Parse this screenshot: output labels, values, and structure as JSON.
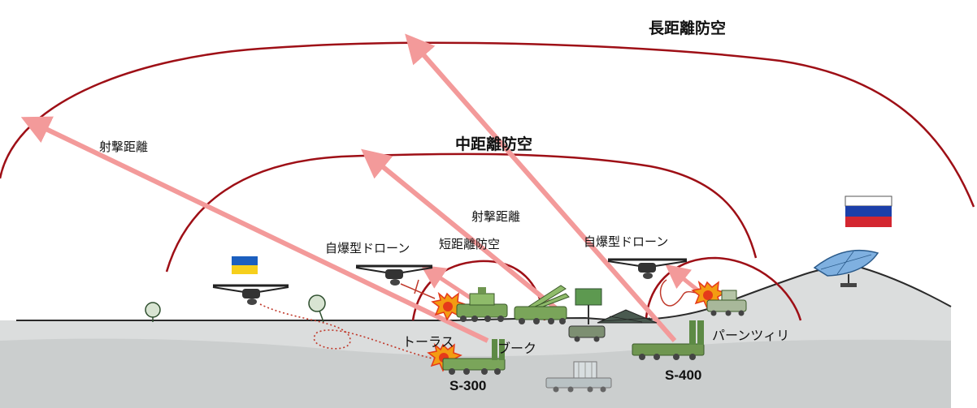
{
  "labels": {
    "long_range": "長距離防空",
    "mid_range": "中距離防空",
    "short_range": "短距離防空",
    "firing_range_1": "射撃距離",
    "firing_range_2": "射撃距離",
    "drone_left": "自爆型ドローン",
    "drone_right": "自爆型ドローン",
    "tor": "トーラス",
    "buk": "ブーク",
    "pantsir": "パーンツィリ",
    "s300": "S-300",
    "s400": "S-400"
  },
  "icons": {
    "ukraine_flag": "ukraine-flag",
    "russia_flag": "russia-flag",
    "drone": "quadcopter-drone-icon",
    "explosion": "explosion-icon",
    "radar": "radar-dish-icon",
    "launcher": "missile-launcher-icon"
  },
  "colors": {
    "dome": "#9e0f16",
    "arrow": "#f39a9a",
    "ground": "#cfd2d2",
    "ground_line": "#2a2a2a",
    "explosion_outer": "#f39c12",
    "explosion_inner": "#e53a1a",
    "vehicle_green": "#7aa55a",
    "ukraine_blue": "#1b5fbf",
    "ukraine_yellow": "#f6cf1c",
    "russia_blue": "#1c3fa9",
    "russia_red": "#d32630"
  }
}
